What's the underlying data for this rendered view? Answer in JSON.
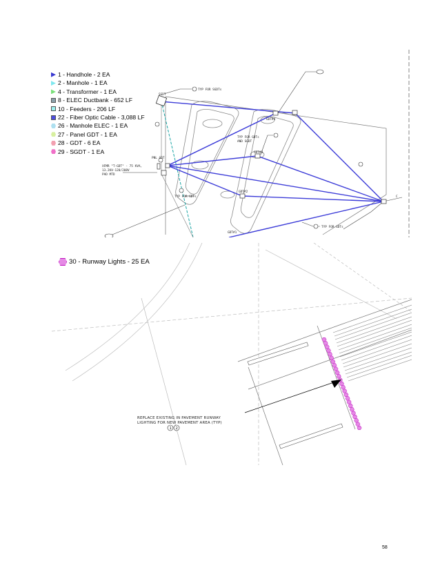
{
  "legend_top": [
    {
      "label": "1 - Handhole - 2 EA",
      "color": "#3a3ad0",
      "shape": "tri"
    },
    {
      "label": "2 - Manhole - 1 EA",
      "color": "#7fe8ef",
      "shape": "tri"
    },
    {
      "label": "4 - Transformer - 1 EA",
      "color": "#7be07b",
      "shape": "tri"
    },
    {
      "label": "8 - ELEC Ductbank - 652 LF",
      "color": "#8aa0aa",
      "shape": "sq"
    },
    {
      "label": "10 - Feeders - 206 LF",
      "color": "#9ef0ee",
      "shape": "sq"
    },
    {
      "label": "22 - Fiber Optic Cable - 3,088 LF",
      "color": "#4d4de0",
      "shape": "sq"
    },
    {
      "label": "26 - Manhole ELEC - 1 EA",
      "color": "#aee0f0",
      "shape": "hex"
    },
    {
      "label": "27 - Panel GDT - 1 EA",
      "color": "#d8f0a0",
      "shape": "hex"
    },
    {
      "label": "28 - GDT - 6 EA",
      "color": "#f2a0b0",
      "shape": "hex"
    },
    {
      "label": "29 - SGDT - 1 EA",
      "color": "#f070c8",
      "shape": "hex"
    }
  ],
  "drawing_top": {
    "sgdt": "SGDT",
    "typ_sgdts": "TYP FOR SGDTs",
    "typ_gdts_sgdt_1": "TYP FOR GDTs",
    "typ_gdts_sgdt_2": "AND SGDT",
    "typ_gdts_left": "TYP FOR GDTs",
    "typ_gdts_bottom": "TYP FOR GDTs",
    "pnl_gdt": "PNL GDT",
    "xfmr_1": "XFMR \"T-GDT\" - 75 KVA,",
    "xfmr_2": "13.2KV-120/208V",
    "xfmr_3": "PAD MTD",
    "gdt4": "GDT#4",
    "gdt3": "GDT#3",
    "gdt2": "GDT#2",
    "gdt1": "GDT#1",
    "c_label": "C"
  },
  "legend_bottom": {
    "label": "30 - Runway Lights - 25 EA",
    "color": "#e58ae5"
  },
  "drawing_bottom": {
    "note_line1": "REPLACE EXISTING IN PAVEMENT RUNWAY",
    "note_line2": "LIGHTING FOR NEW PAVEMENT AREA (TYP)",
    "ref1": "1",
    "ref2": "2",
    "light_count": 25,
    "light_color": "#e58ae5",
    "light_stroke": "#c010c0"
  },
  "page_number": "58"
}
